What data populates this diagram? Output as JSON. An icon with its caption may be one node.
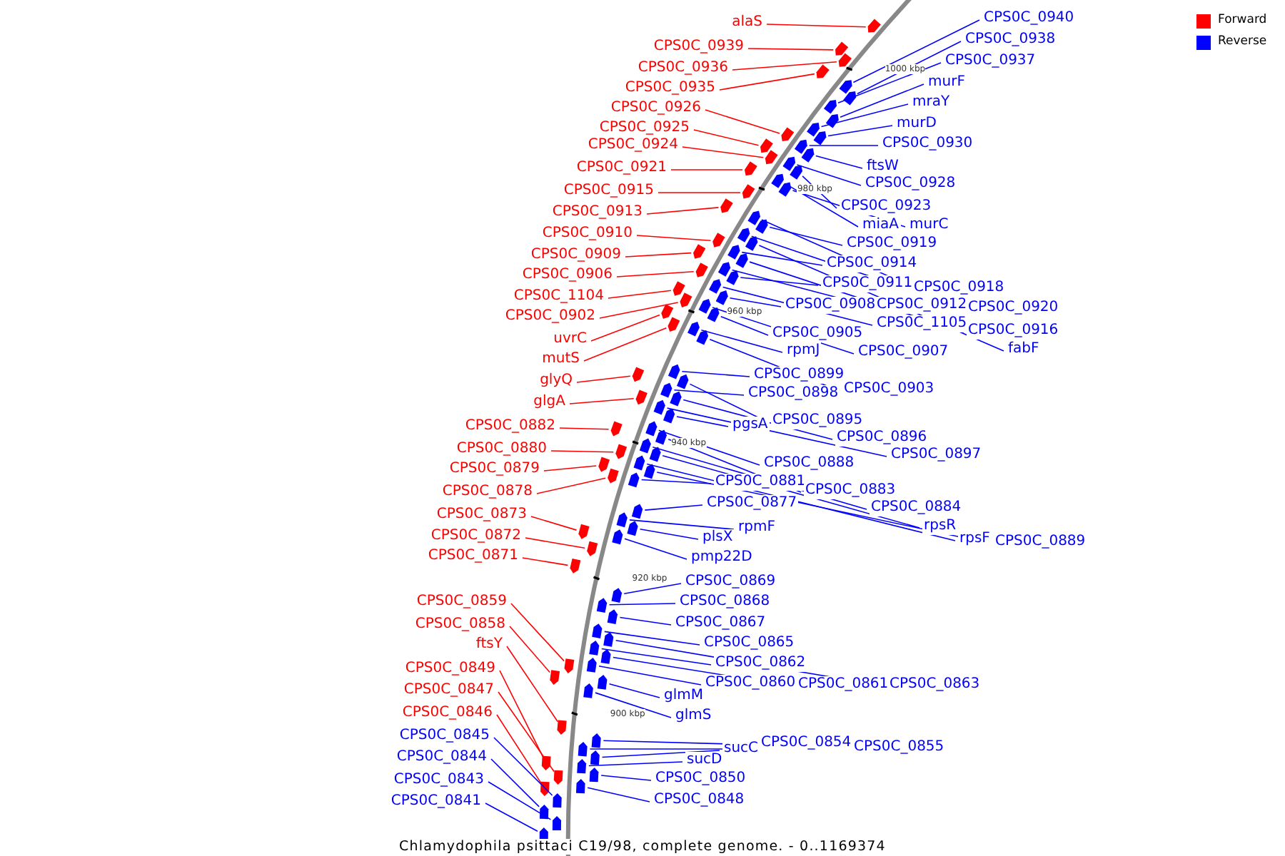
{
  "diagram": {
    "caption": "Chlamydophila psittaci C19/98, complete genome. - 0..1169374",
    "nodes": [
      {
        "text": [
          "alaS"
        ]
      },
      {
        "text": [
          "CPS0C_0939"
        ]
      },
      {
        "text": [
          "CPS0C_0936"
        ]
      },
      {
        "text": [
          "CPS0C_0935"
        ]
      },
      {
        "text": [
          "CPS0C_0926"
        ]
      },
      {
        "text": [
          "CPS0C_0925"
        ]
      },
      {
        "text": [
          "CPS0C_0924"
        ]
      },
      {
        "text": [
          "CPS0C_0921"
        ]
      },
      {
        "text": [
          "CPS0C_0915"
        ]
      },
      {
        "text": [
          "CPS0C_0913"
        ]
      },
      {
        "text": [
          "CPS0C_0910"
        ]
      },
      {
        "text": [
          "CPS0C_0909"
        ]
      },
      {
        "text": [
          "CPS0C_0906"
        ]
      },
      {
        "text": [
          "CPS0C_1104"
        ]
      },
      {
        "text": [
          "CPS0C_0902"
        ]
      },
      {
        "text": [
          "uvrC"
        ]
      },
      {
        "text": [
          "mutS"
        ]
      },
      {
        "text": [
          "glyQ"
        ]
      },
      {
        "text": [
          "glgA"
        ]
      },
      {
        "text": [
          "CPS0C_0882"
        ]
      },
      {
        "text": [
          "CPS0C_0880"
        ]
      },
      {
        "text": [
          "CPS0C_0879"
        ]
      },
      {
        "text": [
          "CPS0C_0878"
        ]
      },
      {
        "text": [
          "CPS0C_0873"
        ]
      },
      {
        "text": [
          "CPS0C_0872"
        ]
      },
      {
        "text": [
          "CPS0C_0871"
        ]
      },
      {
        "text": [
          "CPS0C_0859"
        ]
      },
      {
        "text": [
          "CPS0C_0858"
        ]
      },
      {
        "text": [
          "ftsY"
        ]
      },
      {
        "text": [
          "CPS0C_0849"
        ]
      },
      {
        "text": [
          "CPS0C_0847"
        ]
      },
      {
        "text": [
          "CPS0C_0846"
        ]
      },
      {
        "text": [
          "CPS0C_0845"
        ]
      },
      {
        "text": [
          "CPS0C_0844"
        ]
      },
      {
        "text": [
          "CPS0C_0843"
        ]
      },
      {
        "text": [
          "CPS0C_0841"
        ]
      },
      {
        "text": [
          "CPS0C_0940"
        ]
      },
      {
        "text": [
          "CPS0C_0938"
        ]
      },
      {
        "text": [
          "CPS0C_0937"
        ]
      },
      {
        "text": [
          "murF"
        ]
      },
      {
        "text": [
          "mraY"
        ]
      },
      {
        "text": [
          "murD"
        ]
      },
      {
        "text": [
          "CPS0C_0930"
        ]
      },
      {
        "text": [
          "ftsW"
        ]
      },
      {
        "text": [
          "CPS0C_0928"
        ]
      },
      {
        "text": [
          "CPS0C_0923"
        ]
      },
      {
        "text": [
          "miaA"
        ]
      },
      {
        "text": [
          "murC"
        ]
      },
      {
        "text": [
          "CPS0C_0919"
        ]
      },
      {
        "text": [
          "CPS0C_0914"
        ]
      },
      {
        "text": [
          "CPS0C_0911"
        ]
      },
      {
        "text": [
          "CPS0C_0918"
        ]
      },
      {
        "text": [
          "CPS0C_0908"
        ]
      },
      {
        "text": [
          "CPS0C_0912"
        ]
      },
      {
        "text": [
          "CPS0C_0920"
        ]
      },
      {
        "text": [
          "CPS0C_1105"
        ]
      },
      {
        "text": [
          "CPS0C_0916"
        ]
      },
      {
        "text": [
          "CPS0C_0905"
        ]
      },
      {
        "text": [
          "fabF"
        ]
      },
      {
        "text": [
          "rpmJ"
        ]
      },
      {
        "text": [
          "CPS0C_0907"
        ]
      },
      {
        "text": [
          "CPS0C_0899"
        ]
      },
      {
        "text": [
          "CPS0C_0898"
        ]
      },
      {
        "text": [
          "CPS0C_0903"
        ]
      },
      {
        "text": [
          "pgsA"
        ]
      },
      {
        "text": [
          "CPS0C_0895"
        ]
      },
      {
        "text": [
          "CPS0C_0896"
        ]
      },
      {
        "text": [
          "CPS0C_0897"
        ]
      },
      {
        "text": [
          "CPS0C_0888"
        ]
      },
      {
        "text": [
          "CPS0C_0881"
        ]
      },
      {
        "text": [
          "CPS0C_0883"
        ]
      },
      {
        "text": [
          "CPS0C_0884"
        ]
      },
      {
        "text": [
          "CPS0C_0877"
        ]
      },
      {
        "text": [
          "rpsR"
        ]
      },
      {
        "text": [
          "rpmF"
        ]
      },
      {
        "text": [
          "rpsF"
        ]
      },
      {
        "text": [
          "CPS0C_0889"
        ]
      },
      {
        "text": [
          "plsX"
        ]
      },
      {
        "text": [
          "pmp22D"
        ]
      },
      {
        "text": [
          "CPS0C_0869"
        ]
      },
      {
        "text": [
          "CPS0C_0868"
        ]
      },
      {
        "text": [
          "CPS0C_0867"
        ]
      },
      {
        "text": [
          "CPS0C_0865"
        ]
      },
      {
        "text": [
          "CPS0C_0862"
        ]
      },
      {
        "text": [
          "CPS0C_0860"
        ]
      },
      {
        "text": [
          "CPS0C_0861"
        ]
      },
      {
        "text": [
          "CPS0C_0863"
        ]
      },
      {
        "text": [
          "glmM"
        ]
      },
      {
        "text": [
          "glmS"
        ]
      },
      {
        "text": [
          "CPS0C_0854"
        ]
      },
      {
        "text": [
          "CPS0C_0855"
        ]
      },
      {
        "text": [
          "sucC"
        ]
      },
      {
        "text": [
          "sucD"
        ]
      },
      {
        "text": [
          "CPS0C_0850"
        ]
      },
      {
        "text": [
          "CPS0C_0848"
        ]
      },
      {
        "text": [],
        "shape": "arrow"
      },
      {
        "text": [],
        "shape": "arrow"
      },
      {
        "text": [],
        "shape": "arrow"
      },
      {
        "text": [],
        "shape": "arrow"
      },
      {
        "text": [],
        "shape": "arrow"
      },
      {
        "text": [],
        "shape": "arrow"
      },
      {
        "text": [],
        "shape": "arrow"
      },
      {
        "text": [],
        "shape": "arrow"
      },
      {
        "text": [],
        "shape": "arrow"
      },
      {
        "text": [],
        "shape": "arrow"
      },
      {
        "text": [],
        "shape": "arrow"
      },
      {
        "text": [],
        "shape": "arrow"
      },
      {
        "text": [],
        "shape": "arrow"
      },
      {
        "text": [],
        "shape": "arrow"
      },
      {
        "text": [],
        "shape": "arrow"
      },
      {
        "text": [],
        "shape": "arrow"
      },
      {
        "text": [],
        "shape": "arrow"
      },
      {
        "text": [],
        "shape": "arrow"
      },
      {
        "text": [],
        "shape": "arrow"
      },
      {
        "text": [],
        "shape": "arrow"
      },
      {
        "text": [],
        "shape": "arrow"
      },
      {
        "text": [],
        "shape": "arrow"
      },
      {
        "text": [],
        "shape": "arrow"
      },
      {
        "text": [],
        "shape": "arrow"
      },
      {
        "text": [],
        "shape": "arrow"
      },
      {
        "text": [],
        "shape": "arrow"
      },
      {
        "text": [],
        "shape": "arrow"
      },
      {
        "text": [],
        "shape": "arrow"
      },
      {
        "text": [],
        "shape": "arrow"
      },
      {
        "text": [],
        "shape": "arrow"
      },
      {
        "text": [],
        "shape": "arrow"
      },
      {
        "text": [],
        "shape": "arrow"
      },
      {
        "text": [],
        "shape": "arrow"
      },
      {
        "text": [],
        "shape": "arrow"
      },
      {
        "text": [],
        "shape": "arrow"
      },
      {
        "text": [],
        "shape": "arrow"
      },
      {
        "text": [],
        "shape": "arrow"
      },
      {
        "text": [],
        "shape": "arrow"
      },
      {
        "text": [],
        "shape": "arrow"
      },
      {
        "text": [],
        "shape": "arrow"
      },
      {
        "text": [],
        "shape": "arrow"
      },
      {
        "text": [],
        "shape": "arrow"
      },
      {
        "text": [],
        "shape": "arrow"
      },
      {
        "text": [],
        "shape": "arrow"
      },
      {
        "text": [],
        "shape": "arrow"
      },
      {
        "text": [],
        "shape": "arrow"
      },
      {
        "text": [],
        "shape": "arrow"
      },
      {
        "text": [],
        "shape": "arrow"
      },
      {
        "text": [],
        "shape": "arrow"
      },
      {
        "text": [],
        "shape": "arrow"
      },
      {
        "text": [],
        "shape": "arrow"
      },
      {
        "text": [],
        "shape": "arrow"
      },
      {
        "text": [],
        "shape": "arrow"
      },
      {
        "text": [],
        "shape": "arrow"
      },
      {
        "text": [],
        "shape": "arrow"
      },
      {
        "text": [],
        "shape": "arrow"
      },
      {
        "text": [],
        "shape": "arrow"
      },
      {
        "text": [],
        "shape": "arrow"
      },
      {
        "text": [],
        "shape": "arrow"
      },
      {
        "text": [],
        "shape": "arrow"
      },
      {
        "text": [],
        "shape": "arrow"
      },
      {
        "text": [],
        "shape": "arrow"
      },
      {
        "text": [],
        "shape": "arrow"
      },
      {
        "text": [],
        "shape": "arrow"
      },
      {
        "text": [],
        "shape": "arrow"
      },
      {
        "text": [],
        "shape": "arrow"
      },
      {
        "text": [],
        "shape": "arrow"
      },
      {
        "text": [],
        "shape": "arrow"
      },
      {
        "text": [],
        "shape": "arrow"
      },
      {
        "text": [],
        "shape": "arrow"
      },
      {
        "text": [],
        "shape": "arrow"
      },
      {
        "text": [],
        "shape": "arrow"
      },
      {
        "text": [],
        "shape": "arrow"
      },
      {
        "text": [],
        "shape": "arrow"
      },
      {
        "text": [],
        "shape": "arrow"
      },
      {
        "text": [],
        "shape": "arrow"
      },
      {
        "text": [],
        "shape": "arrow"
      },
      {
        "text": [],
        "shape": "arrow"
      },
      {
        "text": [],
        "shape": "arrow"
      },
      {
        "text": [],
        "shape": "arrow"
      },
      {
        "text": [],
        "shape": "arrow"
      },
      {
        "text": [],
        "shape": "arrow"
      },
      {
        "text": [],
        "shape": "arrow"
      },
      {
        "text": [],
        "shape": "arrow"
      },
      {
        "text": [],
        "shape": "arrow"
      },
      {
        "text": [],
        "shape": "arrow"
      },
      {
        "text": [],
        "shape": "arrow"
      },
      {
        "text": [],
        "shape": "arrow"
      },
      {
        "text": [],
        "shape": "arrow"
      },
      {
        "text": [],
        "shape": "arrow"
      },
      {
        "text": [],
        "shape": "arrow"
      },
      {
        "text": [],
        "shape": "arrow"
      },
      {
        "text": [],
        "shape": "arrow"
      },
      {
        "text": [],
        "shape": "arrow"
      },
      {
        "text": [],
        "shape": "arrow"
      }
    ],
    "edges": [
      {
        "from": 0,
        "to": 95,
        "arrow": "none",
        "color": "#ff0000"
      },
      {
        "from": 1,
        "to": 96,
        "arrow": "none",
        "color": "#ff0000"
      },
      {
        "from": 2,
        "to": 97,
        "arrow": "none",
        "color": "#ff0000"
      },
      {
        "from": 3,
        "to": 98,
        "arrow": "none",
        "color": "#ff0000"
      },
      {
        "from": 4,
        "to": 99,
        "arrow": "none",
        "color": "#ff0000"
      },
      {
        "from": 5,
        "to": 100,
        "arrow": "none",
        "color": "#ff0000"
      },
      {
        "from": 6,
        "to": 101,
        "arrow": "none",
        "color": "#ff0000"
      },
      {
        "from": 7,
        "to": 102,
        "arrow": "none",
        "color": "#ff0000"
      },
      {
        "from": 8,
        "to": 103,
        "arrow": "none",
        "color": "#ff0000"
      },
      {
        "from": 9,
        "to": 104,
        "arrow": "none",
        "color": "#ff0000"
      },
      {
        "from": 10,
        "to": 105,
        "arrow": "none",
        "color": "#ff0000"
      },
      {
        "from": 11,
        "to": 106,
        "arrow": "none",
        "color": "#ff0000"
      },
      {
        "from": 12,
        "to": 107,
        "arrow": "none",
        "color": "#ff0000"
      },
      {
        "from": 13,
        "to": 108,
        "arrow": "none",
        "color": "#ff0000"
      },
      {
        "from": 14,
        "to": 109,
        "arrow": "none",
        "color": "#ff0000"
      },
      {
        "from": 15,
        "to": 110,
        "arrow": "none",
        "color": "#ff0000"
      },
      {
        "from": 16,
        "to": 111,
        "arrow": "none",
        "color": "#ff0000"
      },
      {
        "from": 17,
        "to": 112,
        "arrow": "none",
        "color": "#ff0000"
      },
      {
        "from": 18,
        "to": 113,
        "arrow": "none",
        "color": "#ff0000"
      },
      {
        "from": 19,
        "to": 114,
        "arrow": "none",
        "color": "#ff0000"
      },
      {
        "from": 20,
        "to": 115,
        "arrow": "none",
        "color": "#ff0000"
      },
      {
        "from": 21,
        "to": 116,
        "arrow": "none",
        "color": "#ff0000"
      },
      {
        "from": 22,
        "to": 117,
        "arrow": "none",
        "color": "#ff0000"
      },
      {
        "from": 23,
        "to": 118,
        "arrow": "none",
        "color": "#ff0000"
      },
      {
        "from": 24,
        "to": 119,
        "arrow": "none",
        "color": "#ff0000"
      },
      {
        "from": 25,
        "to": 120,
        "arrow": "none",
        "color": "#ff0000"
      },
      {
        "from": 26,
        "to": 121,
        "arrow": "none",
        "color": "#ff0000"
      },
      {
        "from": 27,
        "to": 122,
        "arrow": "none",
        "color": "#ff0000"
      },
      {
        "from": 28,
        "to": 123,
        "arrow": "none",
        "color": "#ff0000"
      },
      {
        "from": 29,
        "to": 124,
        "arrow": "none",
        "color": "#ff0000"
      },
      {
        "from": 30,
        "to": 125,
        "arrow": "none",
        "color": "#ff0000"
      },
      {
        "from": 31,
        "to": 126,
        "arrow": "none",
        "color": "#ff0000"
      },
      {
        "from": 32,
        "to": 127,
        "arrow": "none"
      },
      {
        "from": 33,
        "to": 128,
        "arrow": "none"
      },
      {
        "from": 34,
        "to": 129,
        "arrow": "none"
      },
      {
        "from": 35,
        "to": 130,
        "arrow": "none"
      },
      {
        "from": 36,
        "to": 131,
        "arrow": "none"
      },
      {
        "from": 37,
        "to": 132,
        "arrow": "none"
      },
      {
        "from": 38,
        "to": 133,
        "arrow": "none"
      },
      {
        "from": 39,
        "to": 134,
        "arrow": "none"
      },
      {
        "from": 40,
        "to": 135,
        "arrow": "none"
      },
      {
        "from": 41,
        "to": 136,
        "arrow": "none"
      },
      {
        "from": 42,
        "to": 137,
        "arrow": "none"
      },
      {
        "from": 43,
        "to": 138,
        "arrow": "none"
      },
      {
        "from": 44,
        "to": 139,
        "arrow": "none"
      },
      {
        "from": 45,
        "to": 140,
        "arrow": "none"
      },
      {
        "from": 46,
        "to": 141,
        "arrow": "none"
      },
      {
        "from": 47,
        "to": 142,
        "arrow": "none"
      },
      {
        "from": 48,
        "to": 143,
        "arrow": "none"
      },
      {
        "from": 49,
        "to": 144,
        "arrow": "none"
      },
      {
        "from": 50,
        "to": 145,
        "arrow": "none"
      },
      {
        "from": 51,
        "to": 146,
        "arrow": "none"
      },
      {
        "from": 52,
        "to": 147,
        "arrow": "none"
      },
      {
        "from": 53,
        "to": 148,
        "arrow": "none"
      },
      {
        "from": 54,
        "to": 149,
        "arrow": "none"
      },
      {
        "from": 55,
        "to": 150,
        "arrow": "none"
      },
      {
        "from": 56,
        "to": 151,
        "arrow": "none"
      },
      {
        "from": 57,
        "to": 152,
        "arrow": "none"
      },
      {
        "from": 58,
        "to": 153,
        "arrow": "none"
      },
      {
        "from": 59,
        "to": 154,
        "arrow": "none"
      },
      {
        "from": 60,
        "to": 155,
        "arrow": "none"
      },
      {
        "from": 61,
        "to": 156,
        "arrow": "none"
      },
      {
        "from": 62,
        "to": 157,
        "arrow": "none"
      },
      {
        "from": 63,
        "to": 158,
        "arrow": "none"
      },
      {
        "from": 64,
        "to": 159,
        "arrow": "none"
      },
      {
        "from": 65,
        "to": 160,
        "arrow": "none"
      },
      {
        "from": 66,
        "to": 161,
        "arrow": "none"
      },
      {
        "from": 67,
        "to": 162,
        "arrow": "none"
      },
      {
        "from": 68,
        "to": 163,
        "arrow": "none"
      },
      {
        "from": 69,
        "to": 164,
        "arrow": "none"
      },
      {
        "from": 70,
        "to": 165,
        "arrow": "none"
      },
      {
        "from": 71,
        "to": 166,
        "arrow": "none"
      },
      {
        "from": 72,
        "to": 167,
        "arrow": "none"
      },
      {
        "from": 73,
        "to": 168,
        "arrow": "none"
      },
      {
        "from": 74,
        "to": 169,
        "arrow": "none"
      },
      {
        "from": 75,
        "to": 170,
        "arrow": "none"
      },
      {
        "from": 76,
        "to": 171,
        "arrow": "none"
      },
      {
        "from": 77,
        "to": 172,
        "arrow": "none"
      },
      {
        "from": 78,
        "to": 173,
        "arrow": "none"
      },
      {
        "from": 79,
        "to": 174,
        "arrow": "none"
      },
      {
        "from": 80,
        "to": 175,
        "arrow": "none"
      },
      {
        "from": 81,
        "to": 176,
        "arrow": "none"
      },
      {
        "from": 82,
        "to": 177,
        "arrow": "none"
      },
      {
        "from": 83,
        "to": 178,
        "arrow": "none"
      },
      {
        "from": 84,
        "to": 179,
        "arrow": "none"
      },
      {
        "from": 85,
        "to": 180,
        "arrow": "none"
      },
      {
        "from": 86,
        "to": 181,
        "arrow": "none"
      },
      {
        "from": 87,
        "to": 182,
        "arrow": "none"
      },
      {
        "from": 88,
        "to": 183,
        "arrow": "none"
      },
      {
        "from": 89,
        "to": 184,
        "arrow": "none"
      },
      {
        "from": 90,
        "to": 185,
        "arrow": "none"
      },
      {
        "from": 91,
        "to": 186,
        "arrow": "none"
      },
      {
        "from": 92,
        "to": 187,
        "arrow": "none"
      },
      {
        "from": 93,
        "to": 188,
        "arrow": "none"
      },
      {
        "from": 94,
        "to": 189,
        "arrow": "none"
      }
    ],
    "labels": [
      "1000 kbp",
      "980 kbp",
      "960 kbp",
      "940 kbp",
      "920 kbp",
      "900 kbp"
    ],
    "legend": [
      {
        "text": "Forward",
        "color": "#ff0000"
      },
      {
        "text": "Reverse",
        "color": "#0000ff"
      }
    ]
  }
}
